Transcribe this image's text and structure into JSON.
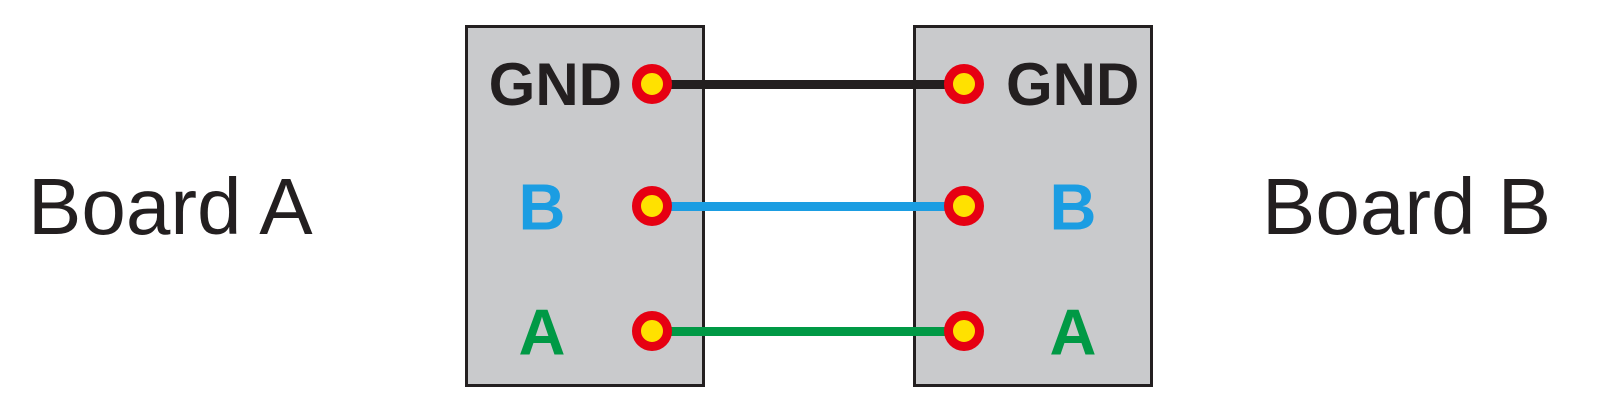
{
  "diagram": {
    "board_a": {
      "title": "Board A",
      "pins": [
        "GND",
        "B",
        "A"
      ]
    },
    "board_b": {
      "title": "Board B",
      "pins": [
        "GND",
        "B",
        "A"
      ]
    },
    "connections": [
      {
        "from": "Board A GND",
        "to": "Board B GND",
        "color": "#231F20"
      },
      {
        "from": "Board A B",
        "to": "Board B B",
        "color": "#1B9DE2"
      },
      {
        "from": "Board A A",
        "to": "Board B A",
        "color": "#009945"
      }
    ]
  },
  "colors": {
    "background": "#FFFFFF",
    "board-fill": "#C9CACC",
    "board-border": "#231F20",
    "ink": "#231F20",
    "pin-b": "#1B9DE2",
    "pin-a": "#009945",
    "terminal-ring": "#E60012",
    "terminal-center": "#FFE100",
    "wire-gnd": "#231F20",
    "wire-b": "#1B9DE2",
    "wire-a": "#009945"
  }
}
